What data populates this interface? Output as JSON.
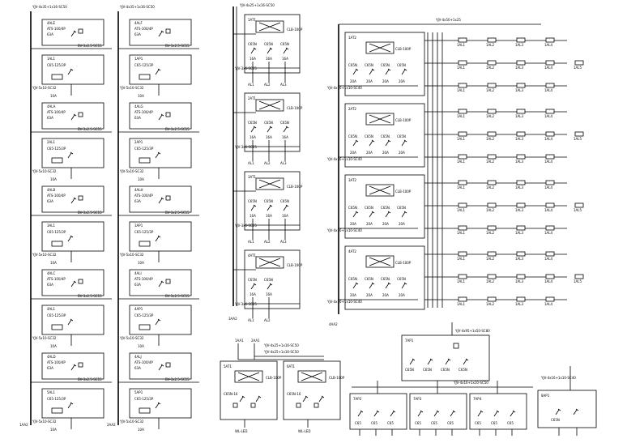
{
  "title": "",
  "left_columns": [
    {
      "feeder": "YJV-4x35+1x16-SC50",
      "bus_end": "1AA2",
      "cells": [
        {
          "box1": "4ALE",
          "box2": "1AL1"
        },
        {
          "box1": "4ALA",
          "box2": "2AL1"
        },
        {
          "box1": "4ALB",
          "box2": "3AL1"
        },
        {
          "box1": "4ALC",
          "box2": "4AL1"
        },
        {
          "box1": "4ALD",
          "box2": "5AL1"
        }
      ]
    },
    {
      "feeder": "YJV-4x35+1x16-SC50",
      "bus_end": "2AA2",
      "cells": [
        {
          "box1": "4ALF",
          "box2": "1AP1"
        },
        {
          "box1": "4ALG",
          "box2": "2AP1"
        },
        {
          "box1": "4ALH",
          "box2": "3AP1"
        },
        {
          "box1": "4ALI",
          "box2": "4AP1"
        },
        {
          "box1": "4ALJ",
          "box2": "5AP1"
        }
      ]
    }
  ],
  "middle_column": {
    "feeder": "YJV-4x25+1x16-SC50",
    "bus_end": "3AA2",
    "panels": [
      {
        "name": "1AT1",
        "sw": "CLB-100P",
        "legs": [
          "AL1",
          "AL2",
          "AL3"
        ]
      },
      {
        "name": "2AT1",
        "sw": "CLB-100P",
        "legs": [
          "AL1",
          "AL2",
          "AL3"
        ]
      },
      {
        "name": "3AT1",
        "sw": "CLB-100P",
        "legs": [
          "AL1",
          "AL2",
          "AL3"
        ]
      },
      {
        "name": "4AT1",
        "sw": "CLB-100P",
        "legs": [
          "AL1",
          "AL2"
        ]
      }
    ]
  },
  "right_block": {
    "feeder": "YJV-4x50+1x25",
    "bus_end": "4AA2",
    "panels": [
      {
        "name": "1AT2",
        "sw": "CLB-100P"
      },
      {
        "name": "2AT2",
        "sw": "CLB-100P"
      },
      {
        "name": "3AT2",
        "sw": "CLB-100P"
      },
      {
        "name": "4AT2",
        "sw": "CLB-100P"
      }
    ],
    "loads": [
      "1AL1",
      "1AL2",
      "1AL3",
      "1AL4",
      "1AL5"
    ]
  },
  "bottom_dual": {
    "feeder_a": "YJV-4x25+1x16-SC50",
    "feeder_b": "YJV-4x25+1x16-SC50",
    "label_a": "1AA1",
    "label_b": "2AA1",
    "panels": [
      {
        "name": "5AT1",
        "sw": "CLB-100P"
      },
      {
        "name": "6AT1",
        "sw": "CLB-100P"
      }
    ]
  },
  "bottom_group": {
    "feeder": "YJV-4x95+1x50-SC80",
    "main": "7AP1",
    "bus": "YJV-4x16+1x10-SC50",
    "subpanels": [
      "7AP2",
      "7AP3",
      "7AP4"
    ]
  },
  "bottom_single": {
    "feeder": "YJV-4x16+1x10-SC40",
    "name": "8AP1"
  }
}
